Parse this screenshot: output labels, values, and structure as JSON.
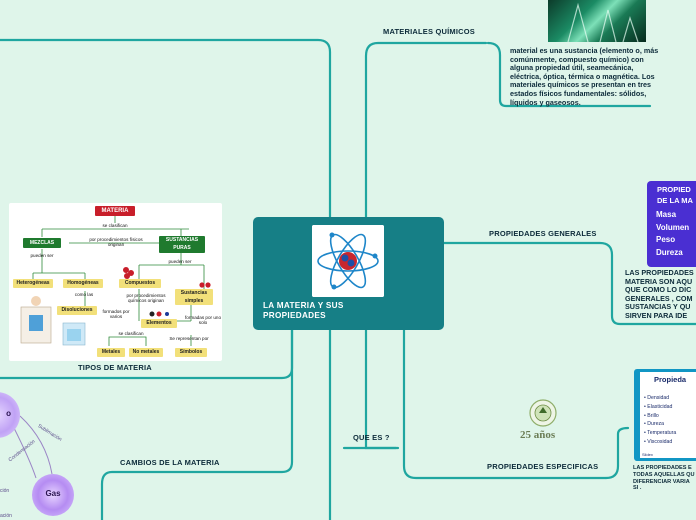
{
  "central": {
    "title_line1": "LA MATERIA Y SUS",
    "title_line2": "PROPIEDADES",
    "image_icon": "atom-icon"
  },
  "branches": {
    "materiales_quimicos": "MATERIALES QUÍMICOS",
    "propiedades_generales": "PROPIEDADES GENERALES",
    "propiedades_especificas": "PROPIEDADES ESPECIFICAS",
    "que_es": "QUE ES ?",
    "cambios": "CAMBIOS DE LA MATERIA",
    "tipos": "TIPOS DE MATERIA"
  },
  "notes": {
    "materiales_quimicos": [
      "material es una sustancia (elemento o, más",
      "comúnmente, compuesto químico) con",
      "alguna propiedad útil, seamecánica,",
      "eléctrica, óptica, térmica o magnética.  Los",
      "materiales químicos se presentan en tres",
      "estados físicos fundamentales: sólidos,",
      "líquidos y gaseosos."
    ],
    "propiedades_generales": [
      "LAS PROPIEDADES",
      "MATERIA SON AQU",
      "QUE COMO LO DIC",
      "GENERALES , COM",
      "SUSTANCIAS Y QU",
      "SIRVEN PARA IDE"
    ],
    "propiedades_especificas": [
      "LAS PROPIEDADES E",
      "TODAS AQUELLAS QU",
      "DIFERENCIAR VARIA",
      "SI ."
    ]
  },
  "purple_card": {
    "heading_line1": "PROPIED",
    "heading_line2": "DE LA MA",
    "items": [
      "Masa",
      "Volumen",
      "Peso",
      "Dureza"
    ]
  },
  "blue_card": {
    "heading": "Propieda",
    "items": [
      "• Densidad",
      "• Elasticidad",
      "• Brillo",
      "• Dureza",
      "• Temperatura",
      "• Viscosidad"
    ],
    "footer": "Slidex"
  },
  "logo": {
    "text": "25 años",
    "icon": "anniversary-logo-icon"
  },
  "materia_chart": {
    "title": "MATERIA",
    "se_clasifican": "se clasifican",
    "mezclas": "MEZCLAS",
    "sustancias_puras": "SUSTANCIAS PURAS",
    "procedimientos_fisicos": "por procedimientos físicos originan",
    "pueden_ser_1": "pueden ser",
    "pueden_ser_2": "pueden ser",
    "heterogeneas": "Heterogéneas",
    "homogeneas": "Homogéneas",
    "como_las": "como las",
    "disoluciones": "Disoluciones",
    "compuestos": "Compuestos",
    "sustancias_simples": "Sustancias simples",
    "procedimientos_quimicos": "por procedimientos químicos originan",
    "formados_por_varios": "formados por varios",
    "formadas_por_uno_solo": "formadas por uno solo",
    "elementos": "Elementos",
    "se_clasifican_en": "se clasifican",
    "se_representan_por": "Se representan por",
    "metales": "Metales",
    "no_metales": "No metales",
    "simbolos": "Símbolos"
  },
  "states": {
    "gas": "Gas",
    "liquido": "o",
    "sublimacion": "Sublimación",
    "condensacion": "Condensación",
    "evaporacion": "ción",
    "solidificacion": "ación"
  },
  "colors": {
    "background": "#dff5ea",
    "central": "#167f86",
    "line": "#1fa6a0",
    "purple": "#4a2fd2",
    "blue": "#1196c4"
  }
}
